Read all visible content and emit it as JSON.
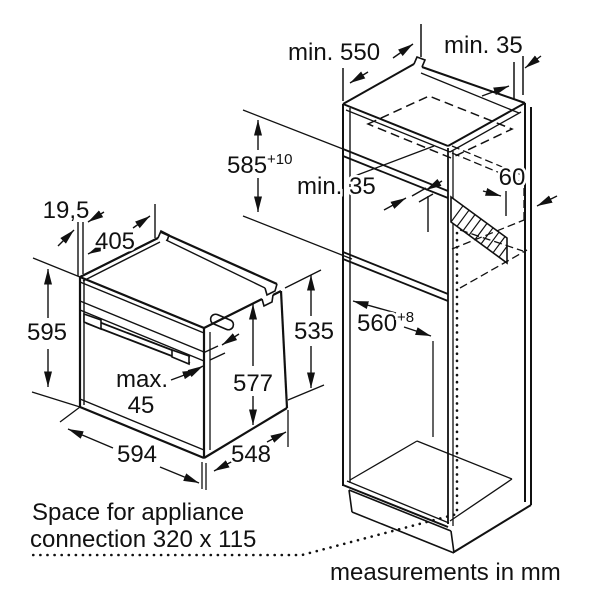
{
  "dims": {
    "control_panel_depth": "19,5",
    "top_depth": "405",
    "appliance_height": "595",
    "door_max_label": "max.",
    "door_max_value": "45",
    "appliance_width": "594",
    "appliance_depth": "548",
    "casing_height": "577",
    "casing_rear_height": "535",
    "cabinet_min_depth": "min. 550",
    "rear_top_gap": "min. 35",
    "niche_height_value": "585",
    "niche_height_tol": "+10",
    "shelf_rear_gap": "min. 35",
    "vent_strip_width": "60",
    "niche_width_value": "560",
    "niche_width_tol": "+8"
  },
  "notes": {
    "connection_space_line1": "Space for appliance",
    "connection_space_line2": "connection 320 x 115",
    "units_note": "measurements in mm"
  },
  "colors": {
    "line": "#111111",
    "background": "#ffffff"
  }
}
